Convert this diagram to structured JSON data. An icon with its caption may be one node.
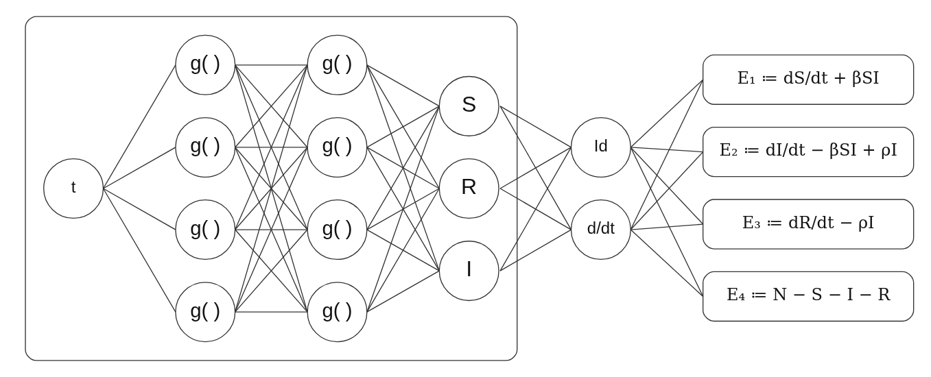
{
  "diagram": {
    "nodes": [
      {
        "text": [],
        "shape": "box"
      },
      {
        "text": [
          "t"
        ],
        "in": 0
      },
      {
        "text": [
          "g( )"
        ],
        "in": 0
      },
      {
        "text": [
          "g( )"
        ],
        "in": 0
      },
      {
        "text": [
          "g( )"
        ],
        "in": 0
      },
      {
        "text": [
          "g( )"
        ],
        "in": 0
      },
      {
        "text": [
          "g( )"
        ],
        "in": 0
      },
      {
        "text": [
          "g( )"
        ],
        "in": 0
      },
      {
        "text": [
          "g( )"
        ],
        "in": 0
      },
      {
        "text": [
          "g( )"
        ],
        "in": 0
      },
      {
        "text": [
          "S"
        ],
        "in": 0
      },
      {
        "text": [
          "I"
        ],
        "in": 0
      },
      {
        "text": [
          "R"
        ],
        "in": 0
      },
      {
        "text": [
          "Id"
        ]
      },
      {
        "text": [
          "d/dt"
        ]
      },
      {
        "text": [
          "E₁ ≔ dS/dt + βSI"
        ]
      },
      {
        "text": [
          "E₂ ≔ dI/dt − βSI + ρI"
        ]
      },
      {
        "text": [
          "E₃ ≔ dR/dt − ρI"
        ]
      },
      {
        "text": [
          "E₄ ≔ N − S − I − R"
        ]
      }
    ],
    "edges": [
      {
        "from": 1,
        "to": 2,
        "arrow": "none"
      },
      {
        "from": 1,
        "to": 3,
        "arrow": "none"
      },
      {
        "from": 1,
        "to": 4,
        "arrow": "none"
      },
      {
        "from": 1,
        "to": 5,
        "arrow": "none"
      },
      {
        "from": 2,
        "to": 6,
        "arrow": "none"
      },
      {
        "from": 2,
        "to": 7,
        "arrow": "none"
      },
      {
        "from": 2,
        "to": 8,
        "arrow": "none"
      },
      {
        "from": 2,
        "to": 9,
        "arrow": "none"
      },
      {
        "from": 3,
        "to": 6,
        "arrow": "none"
      },
      {
        "from": 3,
        "to": 7,
        "arrow": "none"
      },
      {
        "from": 3,
        "to": 8,
        "arrow": "none"
      },
      {
        "from": 3,
        "to": 9,
        "arrow": "none"
      },
      {
        "from": 4,
        "to": 6,
        "arrow": "none"
      },
      {
        "from": 4,
        "to": 7,
        "arrow": "none"
      },
      {
        "from": 4,
        "to": 8,
        "arrow": "none"
      },
      {
        "from": 4,
        "to": 9,
        "arrow": "none"
      },
      {
        "from": 5,
        "to": 6,
        "arrow": "none"
      },
      {
        "from": 5,
        "to": 7,
        "arrow": "none"
      },
      {
        "from": 5,
        "to": 8,
        "arrow": "none"
      },
      {
        "from": 5,
        "to": 9,
        "arrow": "none"
      },
      {
        "from": 6,
        "to": 10,
        "arrow": "none"
      },
      {
        "from": 6,
        "to": 11,
        "arrow": "none"
      },
      {
        "from": 6,
        "to": 12,
        "arrow": "none"
      },
      {
        "from": 7,
        "to": 10,
        "arrow": "none"
      },
      {
        "from": 7,
        "to": 11,
        "arrow": "none"
      },
      {
        "from": 7,
        "to": 12,
        "arrow": "none"
      },
      {
        "from": 8,
        "to": 10,
        "arrow": "none"
      },
      {
        "from": 8,
        "to": 11,
        "arrow": "none"
      },
      {
        "from": 8,
        "to": 12,
        "arrow": "none"
      },
      {
        "from": 9,
        "to": 10,
        "arrow": "none"
      },
      {
        "from": 9,
        "to": 11,
        "arrow": "none"
      },
      {
        "from": 9,
        "to": 12,
        "arrow": "none"
      },
      {
        "from": 10,
        "to": 13,
        "arrow": "none"
      },
      {
        "from": 10,
        "to": 14,
        "arrow": "none"
      },
      {
        "from": 11,
        "to": 13,
        "arrow": "none"
      },
      {
        "from": 11,
        "to": 14,
        "arrow": "none"
      },
      {
        "from": 12,
        "to": 13,
        "arrow": "none"
      },
      {
        "from": 12,
        "to": 14,
        "arrow": "none"
      },
      {
        "from": 13,
        "to": 15,
        "arrow": "none"
      },
      {
        "from": 13,
        "to": 16,
        "arrow": "none"
      },
      {
        "from": 13,
        "to": 17,
        "arrow": "none"
      },
      {
        "from": 13,
        "to": 18,
        "arrow": "none"
      },
      {
        "from": 14,
        "to": 15,
        "arrow": "none"
      },
      {
        "from": 14,
        "to": 16,
        "arrow": "none"
      },
      {
        "from": 14,
        "to": 17,
        "arrow": "none"
      },
      {
        "from": 14,
        "to": 18,
        "arrow": "none"
      }
    ]
  }
}
